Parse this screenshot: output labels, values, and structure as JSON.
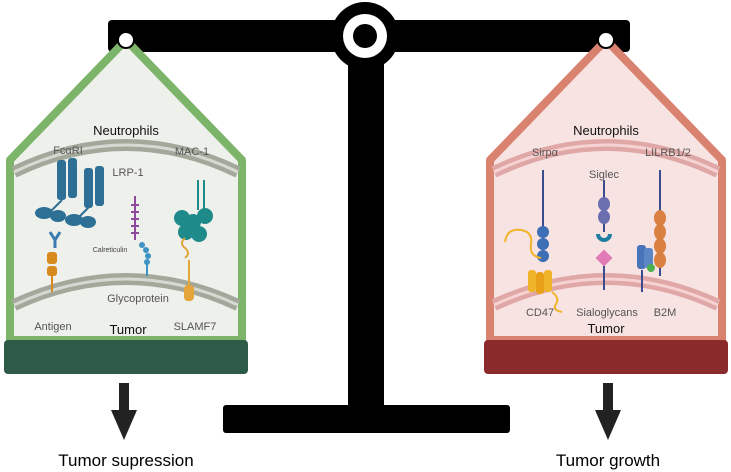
{
  "left": {
    "title_top": "Neutrophils",
    "title_bottom": "Tumor",
    "receptors": {
      "fcari": "FcαRI",
      "mac1": "MAC-1",
      "lrp1": "LRP-1",
      "calreticulin": "Calreticulin",
      "glycoprotein": "Glycoprotein",
      "antigen": "Antigen",
      "slamf7": "SLAMF7"
    },
    "outcome": "Tumor supression"
  },
  "right": {
    "title_top": "Neutrophils",
    "title_bottom": "Tumor",
    "receptors": {
      "sirpa": "Sirpα",
      "siglec": "Siglec",
      "lilrb": "LILRB1/2",
      "cd47": "CD47",
      "sialoglycans": "Sialoglycans",
      "b2m": "B2M"
    },
    "outcome": "Tumor growth"
  },
  "colors": {
    "scale": "#000000",
    "left_frame": "#7cb46a",
    "left_fill": "#eef0ec",
    "left_base": "#2e5b48",
    "right_frame": "#d9826f",
    "right_fill": "#f7e3e2",
    "right_base": "#8b2a2a",
    "membrane_left": "#a3a89b",
    "membrane_right": "#e0a7a7"
  }
}
